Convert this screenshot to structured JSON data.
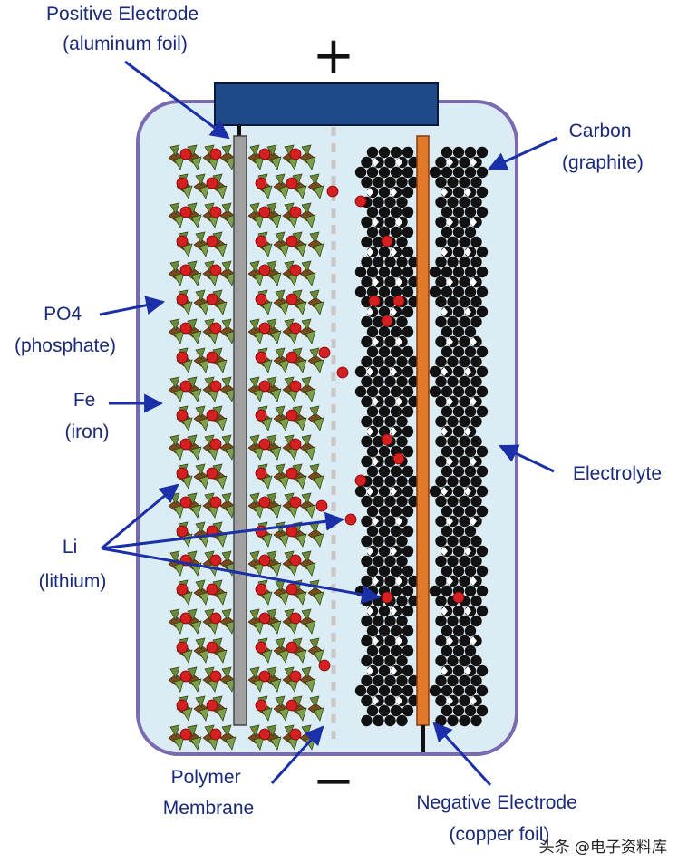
{
  "symbols": {
    "positive": "+",
    "negative": "−"
  },
  "labels": {
    "positive_electrode": [
      "Positive Electrode",
      "(aluminum foil)"
    ],
    "carbon": [
      "Carbon",
      "(graphite)"
    ],
    "po4": [
      "PO4",
      "(phosphate)"
    ],
    "fe": [
      "Fe",
      "(iron)"
    ],
    "electrolyte": [
      "Electrolyte"
    ],
    "li": [
      "Li",
      "(lithium)"
    ],
    "polymer_membrane": [
      "Polymer",
      "Membrane"
    ],
    "negative_electrode": [
      "Negative Electrode",
      "(copper foil)"
    ]
  },
  "watermark": "头条 @电子资料库",
  "colors": {
    "label": "#1a2a7a",
    "arrow": "#1a2fa8",
    "terminal": "#1f4a8a",
    "electrolyte_fill": "#dcecf4",
    "cell_outline": "#7a6ab0",
    "aluminum_foil": "#a0a0a0",
    "copper_foil": "#e07a2a",
    "phosphate": "#6a8a3a",
    "iron": "#7a4a1a",
    "lithium": "#d42020",
    "graphite": "#111111"
  }
}
